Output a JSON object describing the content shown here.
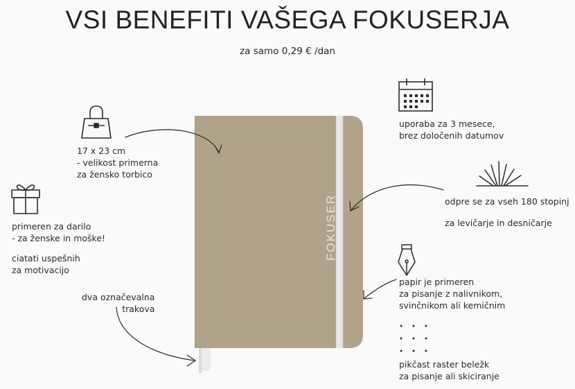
{
  "heading": {
    "title": "VSI BENEFITI VAŠEGA FOKUSERJA",
    "subtitle": "za samo 0,29 € /dan"
  },
  "notebook": {
    "brand": "FOKUSER",
    "cover_color": "#b0a38a",
    "band_color": "#e6e6e6"
  },
  "features": {
    "size": [
      "17 x 23 cm",
      "- velikost primerna",
      "za žensko torbico"
    ],
    "gift": [
      "primeren za darilo",
      "- za ženske in moške!"
    ],
    "quotes": [
      "ciatati uspešnih",
      "za motivacijo"
    ],
    "ribbons": [
      "dva označevalna",
      "trakova"
    ],
    "undated": [
      "uporaba za 3 mesece,",
      "brez določenih datumov"
    ],
    "flat": [
      "odpre se za vseh 180 stopinj"
    ],
    "hands": [
      "za levičarje in desničarje"
    ],
    "paper": [
      "papir je primeren",
      "za pisanje z nalivnikom,",
      "svinčnikom ali kemičnim"
    ],
    "grid": [
      "pikčast raster beležk",
      "za pisanje ali skiciranje"
    ]
  },
  "icons": {
    "bag": "handbag-icon",
    "gift": "gift-box-icon",
    "calendar": "calendar-icon",
    "open_book": "open-book-icon",
    "pen": "fountain-pen-nib-icon",
    "dots": "dot-grid-icon"
  }
}
